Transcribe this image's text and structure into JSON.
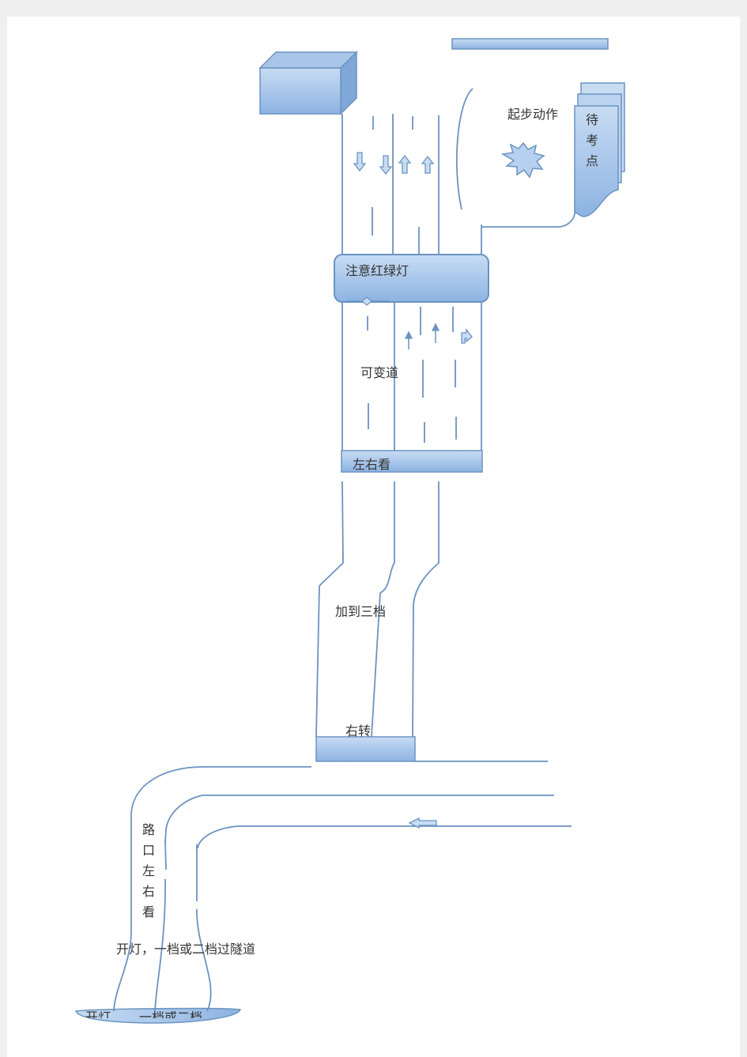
{
  "labels": {
    "start_action": "起步动作",
    "waiting_point": [
      "待",
      "考",
      "点"
    ],
    "traffic_light": "注意红绿灯",
    "lane_change": "可变道",
    "look_both_ways": "左右看",
    "shift_third": "加到三档",
    "turn_right": "右转",
    "junction_look": [
      "路",
      "口",
      "左",
      "右",
      "看"
    ],
    "tunnel": "开灯，一档或二档过隧道",
    "bottom_left": "开灯",
    "bottom_mid": "一档或二档"
  },
  "colors": {
    "shape_fill_light": "#c5d9f1",
    "shape_fill_dark": "#8eb2dd",
    "shape_stroke": "#6b93c1",
    "road_line": "#6b93c1"
  }
}
